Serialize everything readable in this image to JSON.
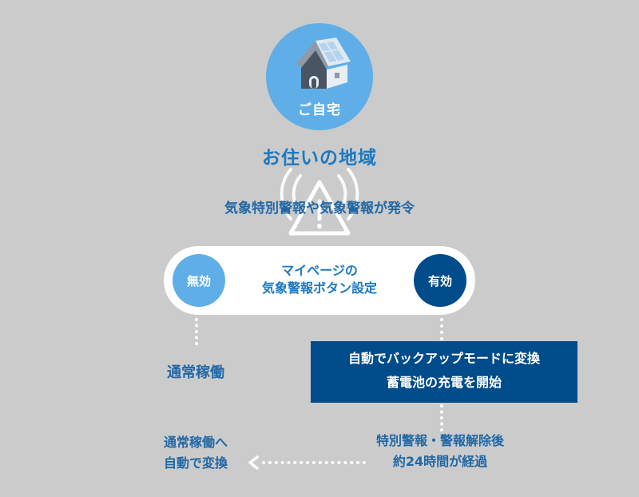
{
  "home": {
    "label": "ご自宅",
    "icon": "house-icon",
    "circle_color": "#5faee8"
  },
  "region": {
    "title": "お住いの地域",
    "warning_icon": "warning-broadcast-icon",
    "alert": "気象特別警報や気象警報が発令"
  },
  "settings": {
    "line1": "マイページの",
    "line2": "気象警報ボタン設定",
    "disabled_label": "無効",
    "enabled_label": "有効",
    "disabled_color": "#5faee8",
    "enabled_color": "#004b8a"
  },
  "disabled_path": {
    "result": "通常稼働"
  },
  "enabled_path": {
    "box_line1": "自動でバックアップモードに変換",
    "box_line2": "蓄電池の充電を開始",
    "box_color": "#004b8a",
    "after_line1": "特別警報・警報解除後",
    "after_line2": "約24時間が経過",
    "return_line1": "通常稼働へ",
    "return_line2": "自動で変換"
  }
}
